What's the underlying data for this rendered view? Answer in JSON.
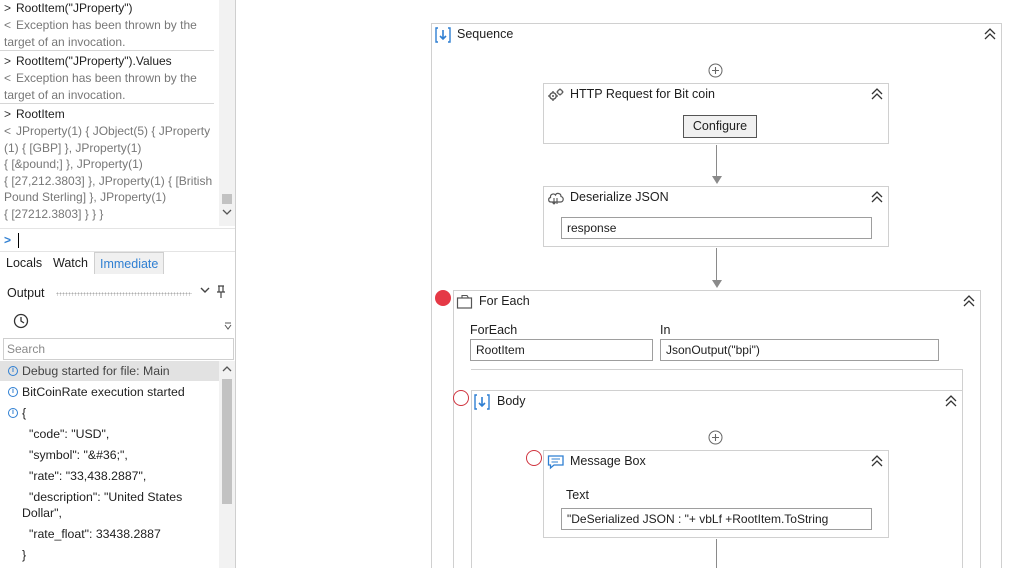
{
  "immediate": {
    "entries": [
      {
        "expression": "RootItem(\"JProperty\")",
        "result": [
          "Exception has been thrown by the",
          "target of an invocation."
        ]
      },
      {
        "expression": "RootItem(\"JProperty\").Values",
        "result": [
          "Exception has been thrown by the",
          "target of an invocation."
        ]
      },
      {
        "expression": "RootItem",
        "result": [
          "JProperty(1) { JObject(5) { JProperty",
          "(1) { [GBP] }, JProperty(1)",
          "{ [&pound;] }, JProperty(1)",
          "{ [27,212.3803] }, JProperty(1) { [British",
          "Pound Sterling] }, JProperty(1)",
          "{ [27212.3803] } } }"
        ]
      }
    ],
    "prompt": ">",
    "expand_glyph": ">",
    "result_glyph": "<"
  },
  "debug_tabs": [
    {
      "label": "Locals",
      "active": false
    },
    {
      "label": "Watch",
      "active": false
    },
    {
      "label": "Immediate",
      "active": true
    }
  ],
  "output": {
    "title": "Output",
    "search_placeholder": "Search",
    "rows": [
      {
        "text": "Debug started for file: Main",
        "highlight": true,
        "icon": "info-icon"
      },
      {
        "text": "BitCoinRate execution started",
        "highlight": false,
        "icon": "info-icon"
      }
    ],
    "json_lines": [
      "{",
      "  \"code\": \"USD\",",
      "  \"symbol\": \"&#36;\",",
      "  \"rate\": \"33,438.2887\",",
      "  \"description\": \"United States",
      "Dollar\",",
      "  \"rate_float\": 33438.2887",
      "}"
    ]
  },
  "designer": {
    "sequence": {
      "title": "Sequence"
    },
    "http": {
      "title": "HTTP Request for Bit coin",
      "button": "Configure"
    },
    "deserialize": {
      "title": "Deserialize JSON",
      "value": "response"
    },
    "foreach": {
      "title": "For Each",
      "foreach_label": "ForEach",
      "foreach_value": "RootItem",
      "in_label": "In",
      "in_value": "JsonOutput(\"bpi\")"
    },
    "body": {
      "title": "Body"
    },
    "msgbox": {
      "title": "Message Box",
      "text_label": "Text",
      "text_value": "\"DeSerialized JSON : \"+ vbLf +RootItem.ToString"
    }
  },
  "colors": {
    "accent": "#2f7fd2",
    "breakpoint": "#e53946"
  }
}
